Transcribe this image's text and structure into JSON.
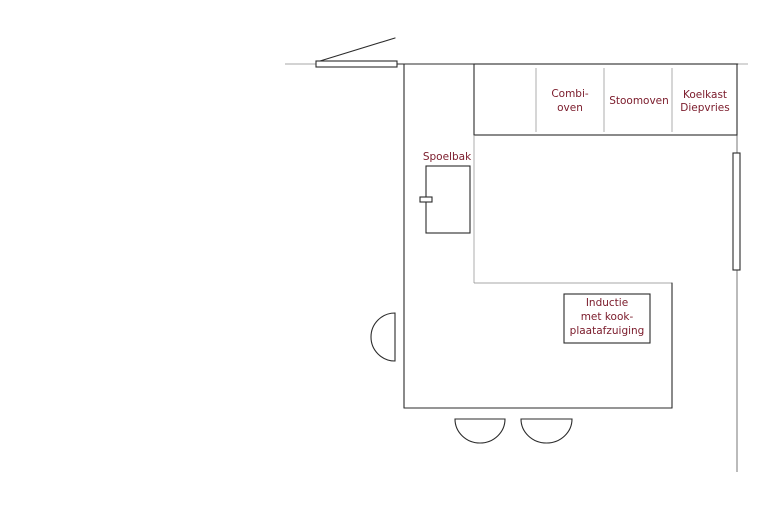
{
  "labels": {
    "combi_line1": "Combi-",
    "combi_line2": "oven",
    "stoom": "Stoomoven",
    "koel_line1": "Koelkast",
    "koel_line2": "Diepvries",
    "spoelbak": "Spoelbak",
    "inductie_line1": "Inductie",
    "inductie_line2": "met kook-",
    "inductie_line3": "plaatafzuiging"
  },
  "colors": {
    "label_text": "#7a1a2a",
    "line": "#2b2b2b"
  },
  "icons": {
    "window": "window-icon",
    "door": "door-swing-icon",
    "stool": "bar-stool-icon",
    "faucet": "faucet-icon"
  }
}
